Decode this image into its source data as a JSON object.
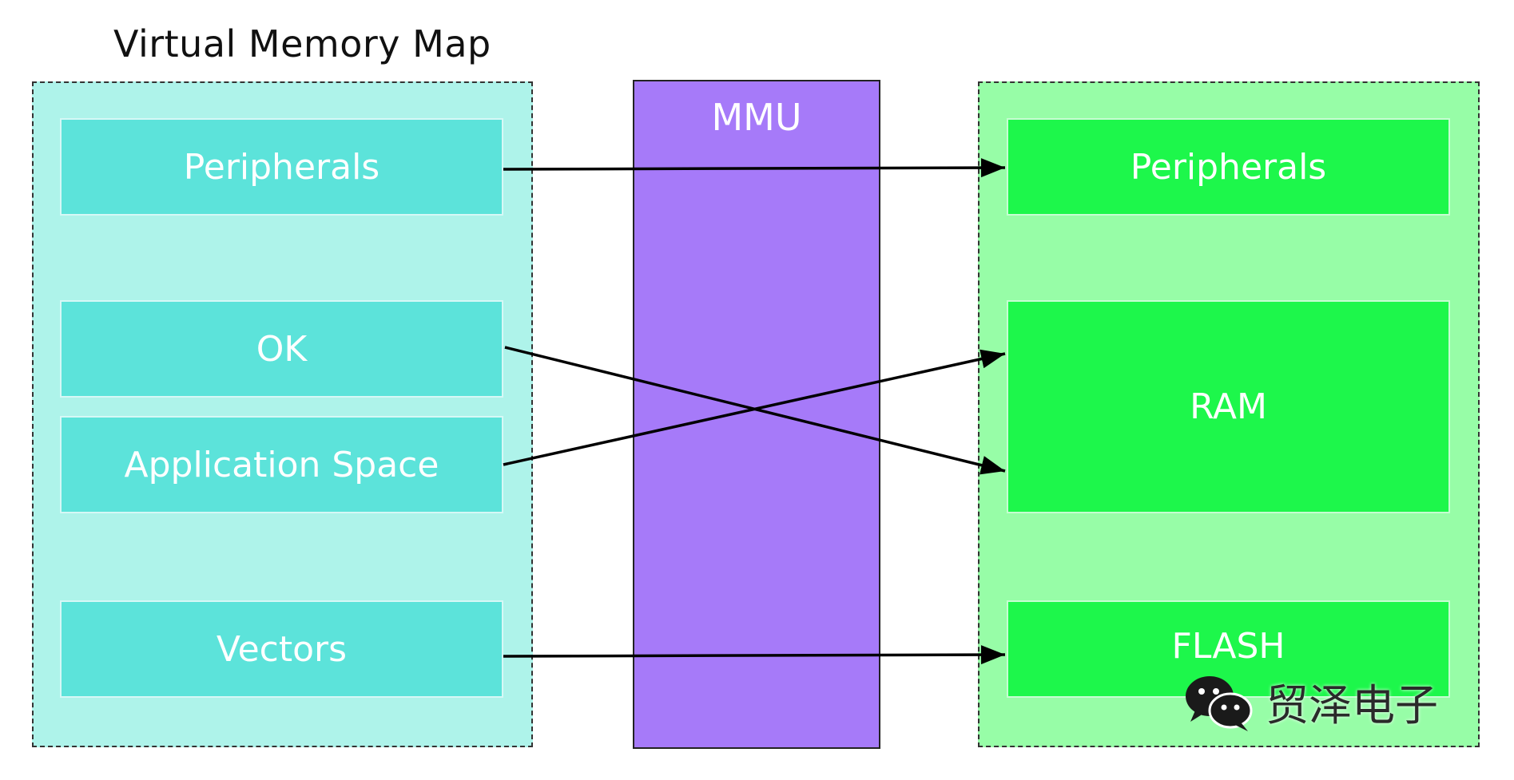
{
  "title": "Virtual Memory Map",
  "mmu": {
    "label": "MMU"
  },
  "virtual_blocks": [
    "Peripherals",
    "OK",
    "Application Space",
    "Vectors"
  ],
  "physical_blocks": [
    "Peripherals",
    "RAM",
    "FLASH"
  ],
  "mappings": [
    {
      "from": "Peripherals",
      "to": "Peripherals"
    },
    {
      "from": "OK",
      "to": "RAM"
    },
    {
      "from": "Application Space",
      "to": "RAM"
    },
    {
      "from": "Vectors",
      "to": "FLASH"
    }
  ],
  "watermark": {
    "text": "贸泽电子",
    "icon": "wechat-icon"
  },
  "colors": {
    "virtual_panel": "#aef3ea",
    "virtual_block": "#5ce3da",
    "mmu": "#a67af9",
    "physical_panel": "#97fda7",
    "physical_block": "#1df74b",
    "arrow": "#000000"
  }
}
